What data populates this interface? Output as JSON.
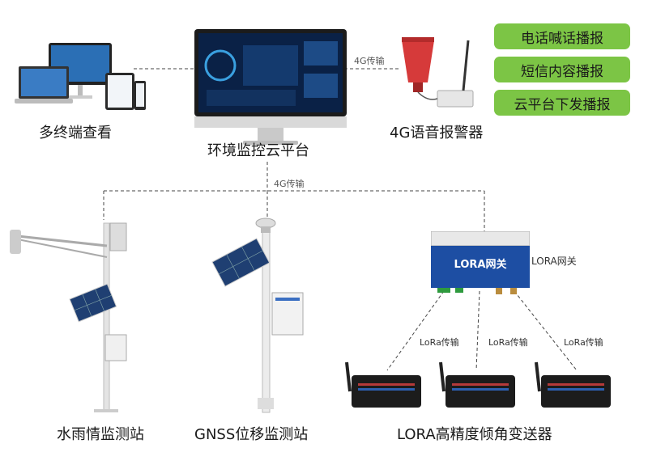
{
  "top": {
    "terminal_label": "多终端查看",
    "platform_label": "环境监控云平台",
    "alarm_label": "4G语音报警器",
    "link_top": "4G传输"
  },
  "broadcast_buttons": [
    "电话喊话播报",
    "短信内容播报",
    "云平台下发播报"
  ],
  "bus": {
    "label": "4G传输"
  },
  "gateway": {
    "label": "LORA网关",
    "panel_text": "LORA网关"
  },
  "lora_links": [
    "LoRa传输",
    "LoRa传输",
    "LoRa传输"
  ],
  "bottom": {
    "rain_label": "水雨情监测站",
    "gnss_label": "GNSS位移监测站",
    "lora_label": "LORA高精度倾角变送器"
  }
}
